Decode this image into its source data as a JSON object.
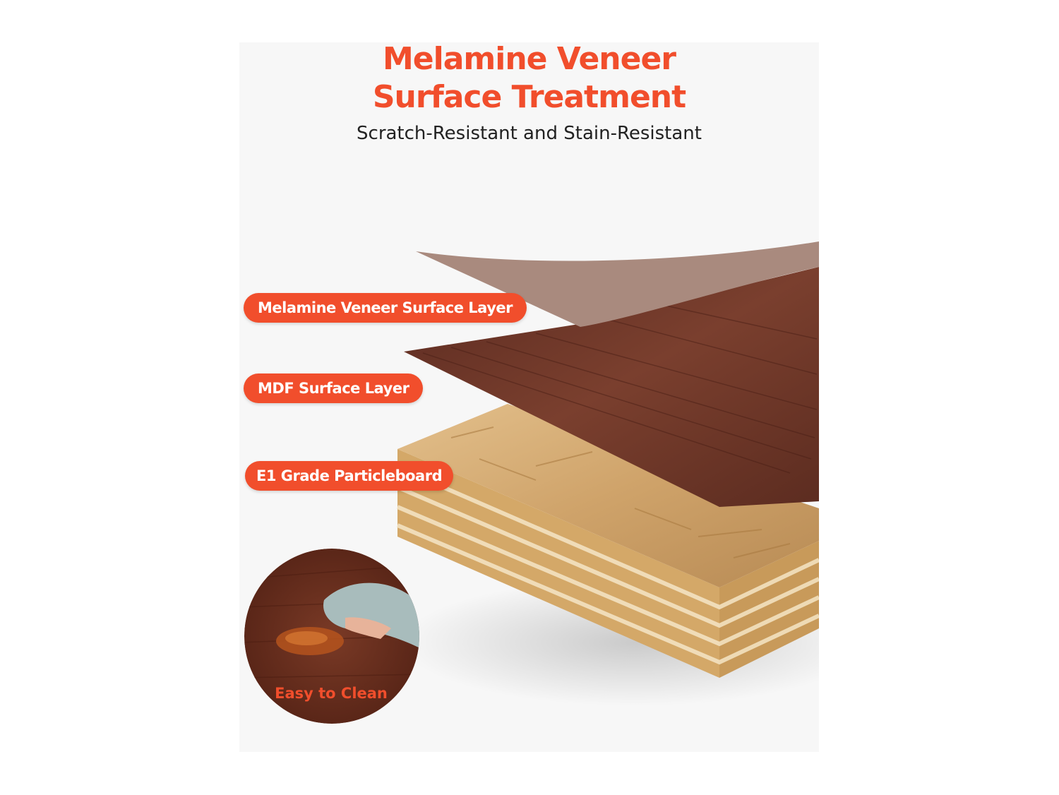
{
  "header": {
    "title_line1": "Melamine Veneer",
    "title_line2": "Surface Treatment",
    "subtitle": "Scratch-Resistant and Stain-Resistant"
  },
  "layers": [
    {
      "label": "Melamine Veneer Surface Layer"
    },
    {
      "label": "MDF Surface Layer"
    },
    {
      "label": "E1 Grade Particleboard"
    }
  ],
  "inset": {
    "label": "Easy to Clean"
  },
  "colors": {
    "accent": "#f14e2c",
    "veneer": "#a98a7e",
    "mdf": "#6b3527",
    "particleboard": "#d9b27a",
    "background": "#f7f7f7"
  }
}
